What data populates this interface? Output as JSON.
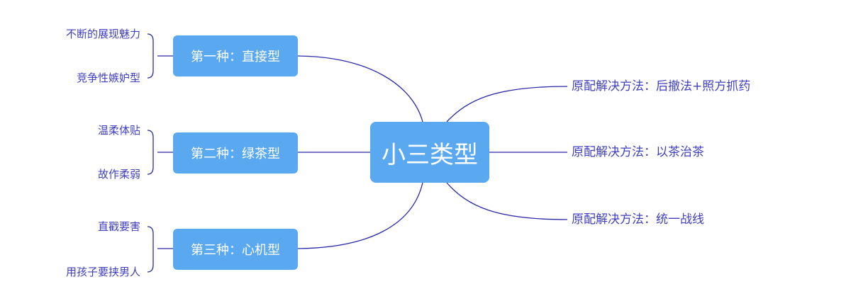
{
  "colors": {
    "node_fill": "#5aa9f0",
    "line": "#2a2aa8",
    "leaf_text": "#3f3fbf"
  },
  "central": {
    "label": "小三类型"
  },
  "left_branches": [
    {
      "label": "第一种：直接型",
      "children": [
        "不断的展现魅力",
        "竞争性嫉妒型"
      ]
    },
    {
      "label": "第二种：绿茶型",
      "children": [
        "温柔体贴",
        "故作柔弱"
      ]
    },
    {
      "label": "第三种：心机型",
      "children": [
        "直戳要害",
        "用孩子要挟男人"
      ]
    }
  ],
  "right_branches": [
    {
      "label": "原配解决方法：后撤法+照方抓药"
    },
    {
      "label": "原配解决方法：以茶治茶"
    },
    {
      "label": "原配解决方法：统一战线"
    }
  ]
}
